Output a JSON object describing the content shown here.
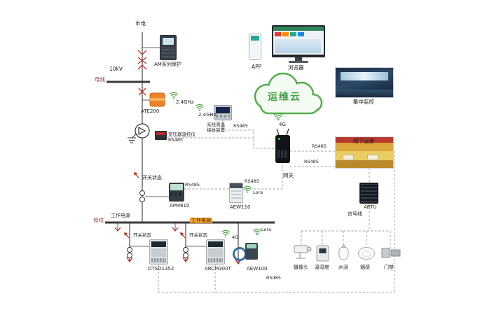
{
  "labels": {
    "mains": "市电",
    "voltage": "10kV",
    "busbar_top": "母线",
    "relay": "AM系列保护",
    "ate200": "ATE200",
    "ghz_1": "2.4GHz",
    "ghz_2": "2.4GHz",
    "receiver_l1": "无线测温",
    "receiver_l2": "接收装置",
    "rs485_receiver": "RS485",
    "txctrl_l1": "变压器温控仪",
    "txctrl_l2": "RS485",
    "switch_main": "开关状态",
    "rs485_apm": "RS485",
    "apm810": "APM810",
    "rs485_aew110": "RS485",
    "lora_aew110": "Lora",
    "aew110": "AEW110",
    "g4_gateway": "4G",
    "gateway": "网关",
    "cloud": "运维云",
    "app": "APP",
    "browser": "浏览器",
    "central": "集中监控",
    "offline": "线下运维",
    "rs485_trunk1": "RS485",
    "rs485_trunk2": "RS485",
    "artu": "ARTU",
    "signal": "信号线",
    "busbar_bottom": "母线",
    "power_left": "工作电源",
    "power_right": "工作电源",
    "switch_b1": "开关状态",
    "switch_b2": "开关状态",
    "dtsd": "DTSD1352",
    "arcm": "ARCM300T",
    "g4_arcm": "4G",
    "aew100": "AEW100",
    "lora_aew100": "Lora",
    "rs485_bottom": "RS485",
    "camera": "摄像头",
    "temphum": "温湿度",
    "water": "水浸",
    "smoke": "烟感",
    "door": "门禁"
  },
  "colors": {
    "cloud_green": "#52ae4a",
    "cloud_text_green": "#43a047",
    "wifi_green": "#3fa33c",
    "accent_red": "#c03228",
    "highlight_orange": "#f5a02d",
    "power_line": "#3a3a3a",
    "comm_line": "#9aa0a6"
  },
  "icons": {
    "wifi": "wifi-icon",
    "cloud": "cloud-shape",
    "switch_arrow": "red-arrow-icon",
    "breaker": "breaker-x-icon",
    "transformer": "transformer-symbol",
    "ground": "ground-symbol"
  }
}
